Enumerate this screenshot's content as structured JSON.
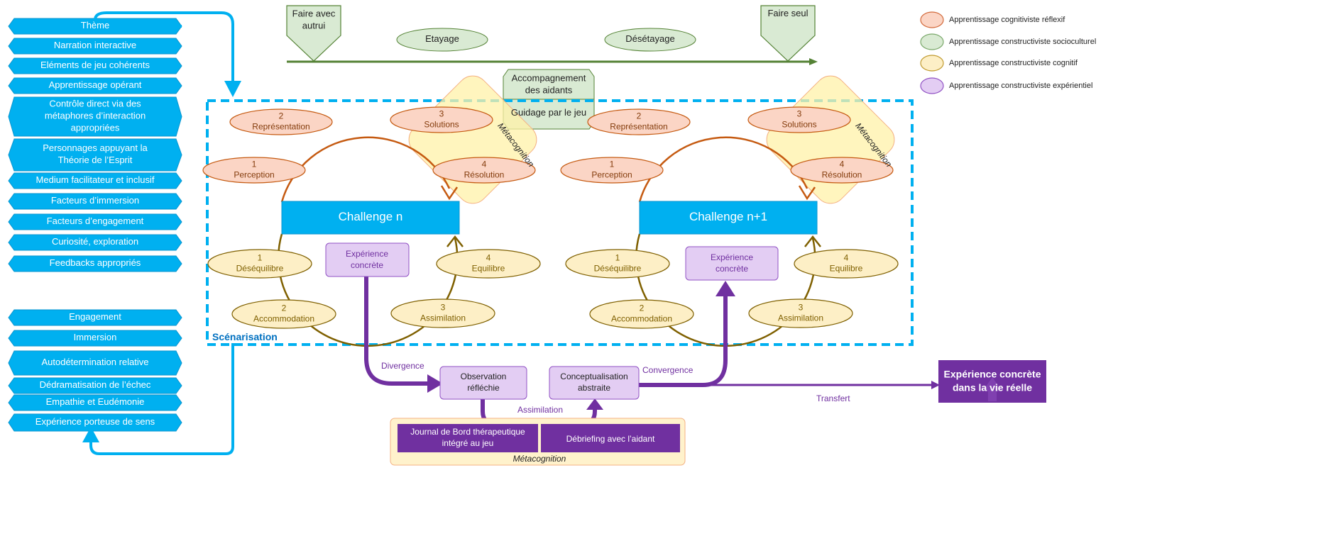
{
  "left_top_items": [
    [
      "Thème"
    ],
    [
      "Narration interactive"
    ],
    [
      "Eléments de jeu cohérents"
    ],
    [
      "Apprentissage opérant"
    ],
    [
      "Contrôle direct via des",
      "métaphores d’interaction",
      "appropriées"
    ],
    [
      "Personnages appuyant la",
      "Théorie de l’Esprit"
    ],
    [
      "Medium facilitateur et inclusif"
    ],
    [
      "Facteurs d’immersion"
    ],
    [
      "Facteurs d’engagement"
    ],
    [
      "Curiosité, exploration"
    ],
    [
      "Feedbacks appropriés"
    ]
  ],
  "left_bottom_items": [
    [
      "Engagement"
    ],
    [
      "Immersion"
    ],
    [
      "Autodétermination relative"
    ],
    [
      "Dédramatisation de l’échec"
    ],
    [
      "Empathie et Eudémonie"
    ],
    [
      "Expérience porteuse de sens"
    ]
  ],
  "timeline": {
    "start": [
      "Faire avec",
      "autrui"
    ],
    "end": [
      "Faire seul"
    ],
    "ovals": [
      "Etayage",
      "Désétayage"
    ],
    "center_top": [
      "Accompagnement",
      "des aidants"
    ],
    "center_bottom": [
      "Guidage par le jeu"
    ]
  },
  "legend": [
    {
      "label": "Apprentissage cognitiviste réflexif",
      "fill": "#fbd5c5",
      "stroke": "#d2693a"
    },
    {
      "label": "Apprentissage constructiviste socioculturel",
      "fill": "#d9ead3",
      "stroke": "#7aa86a"
    },
    {
      "label": "Apprentissage constructiviste cognitif",
      "fill": "#fdefc6",
      "stroke": "#c09a2e"
    },
    {
      "label": "Apprentissage constructiviste expérientiel",
      "fill": "#e3cdf3",
      "stroke": "#9152c4"
    }
  ],
  "scenarisation_label": "Scénarisation",
  "challenges": [
    {
      "title": "Challenge n",
      "metacognition": "Métacognition",
      "cognitive": [
        [
          "1",
          "Perception"
        ],
        [
          "2",
          "Représentation"
        ],
        [
          "3",
          "Solutions"
        ],
        [
          "4",
          "Résolution"
        ]
      ],
      "constructivist": [
        [
          "1",
          "Déséquilibre"
        ],
        [
          "2",
          "Accommodation"
        ],
        [
          "3",
          "Assimilation"
        ],
        [
          "4",
          "Equilibre"
        ]
      ],
      "experience": [
        "Expérience",
        "concrète"
      ]
    },
    {
      "title": "Challenge n+1",
      "metacognition": "Métacognition",
      "cognitive": [
        [
          "1",
          "Perception"
        ],
        [
          "2",
          "Représentation"
        ],
        [
          "3",
          "Solutions"
        ],
        [
          "4",
          "Résolution"
        ]
      ],
      "constructivist": [
        [
          "1",
          "Déséquilibre"
        ],
        [
          "2",
          "Accommodation"
        ],
        [
          "3",
          "Assimilation"
        ],
        [
          "4",
          "Equilibre"
        ]
      ],
      "experience": [
        "Expérience",
        "concrète"
      ]
    }
  ],
  "kolb": {
    "divergence": "Divergence",
    "observation": [
      "Observation",
      "réfléchie"
    ],
    "assimilation": "Assimilation",
    "conceptualisation": [
      "Conceptualisation",
      "abstraite"
    ],
    "convergence": "Convergence",
    "transfert": "Transfert",
    "real_life": [
      "Expérience concrète",
      "dans la vie réelle"
    ]
  },
  "bottom": {
    "journal": [
      "Journal de Bord thérapeutique",
      "intégré au jeu"
    ],
    "debriefing": "Débriefing avec l’aidant",
    "metacognition": "Métacognition"
  },
  "colors": {
    "blue": "#00b0f0",
    "blue_dark": "#0070c0",
    "green": "#548235",
    "orange": "#c55a11",
    "brown": "#7f6000",
    "purple": "#7030a0"
  }
}
